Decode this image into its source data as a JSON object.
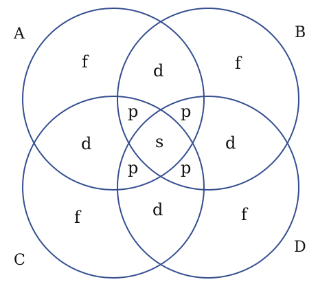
{
  "diagram": {
    "type": "venn",
    "circle_stroke_color": "#344f8f",
    "sets": {
      "A": "A",
      "B": "B",
      "C": "C",
      "D": "D"
    },
    "regions": {
      "a_only": "f",
      "b_only": "f",
      "c_only": "f",
      "d_only": "f",
      "a_b": "d",
      "a_c": "d",
      "b_d": "d",
      "c_d": "d",
      "a_b_c": "p",
      "a_b_d": "p",
      "a_c_d": "p",
      "b_c_d": "p",
      "a_b_c_d": "s"
    }
  }
}
